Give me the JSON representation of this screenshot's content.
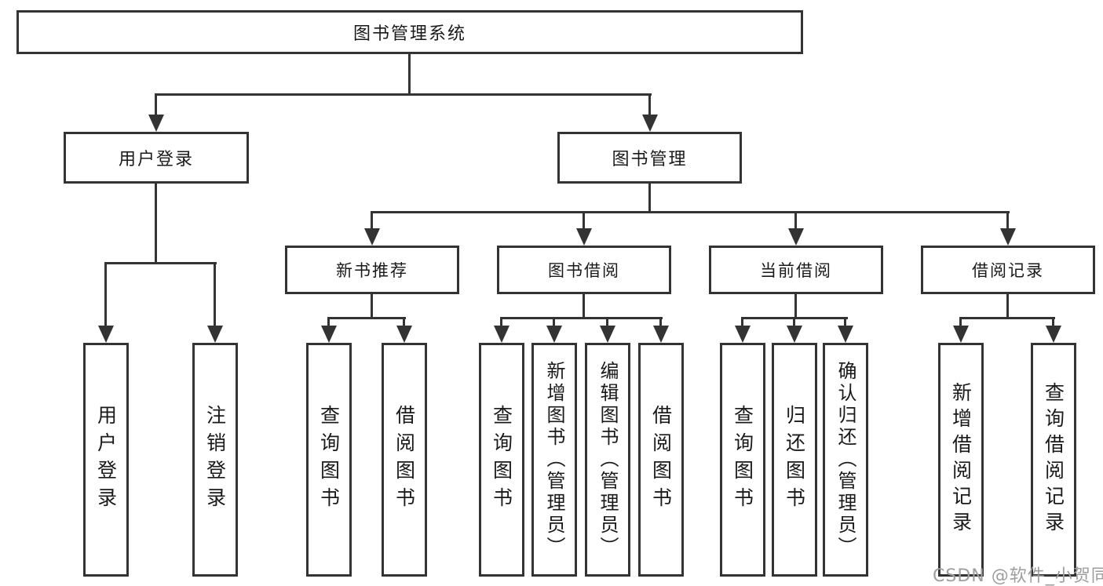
{
  "diagram": {
    "root": "图书管理系统",
    "level2": [
      {
        "label": "用户登录"
      },
      {
        "label": "图书管理"
      }
    ],
    "level3": [
      {
        "label": "新书推荐"
      },
      {
        "label": "图书借阅"
      },
      {
        "label": "当前借阅"
      },
      {
        "label": "借阅记录"
      }
    ],
    "leaves": {
      "user_login": [
        "用户登录",
        "注销登录"
      ],
      "new_book": [
        "查询图书",
        "借阅图书"
      ],
      "book_borrow": [
        "查询图书",
        "新增图书（管理员）",
        "编辑图书（管理员）",
        "借阅图书"
      ],
      "current_borrow": [
        "查询图书",
        "归还图书",
        "确认归还（管理员）"
      ],
      "borrow_record": [
        "新增借阅记录",
        "查询借阅记录"
      ]
    },
    "colors": {
      "line": "#333333",
      "text": "#1a1a1a",
      "background": "#ffffff"
    }
  },
  "watermark": {
    "text": "CSDN @软件_小贺同学",
    "color": "#9e9e9e"
  }
}
